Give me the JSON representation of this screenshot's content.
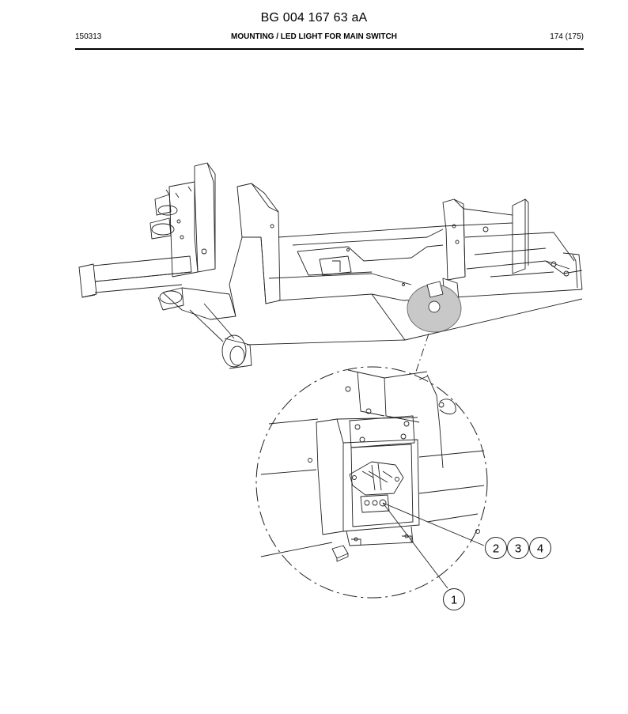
{
  "header": {
    "doc_number": "BG 004 167 63 aA",
    "code": "150313",
    "title": "MOUNTING / LED LIGHT FOR MAIN SWITCH",
    "page": "174 (175)"
  },
  "callouts": {
    "c1": "1",
    "c2": "2",
    "c3": "3",
    "c4": "4"
  }
}
